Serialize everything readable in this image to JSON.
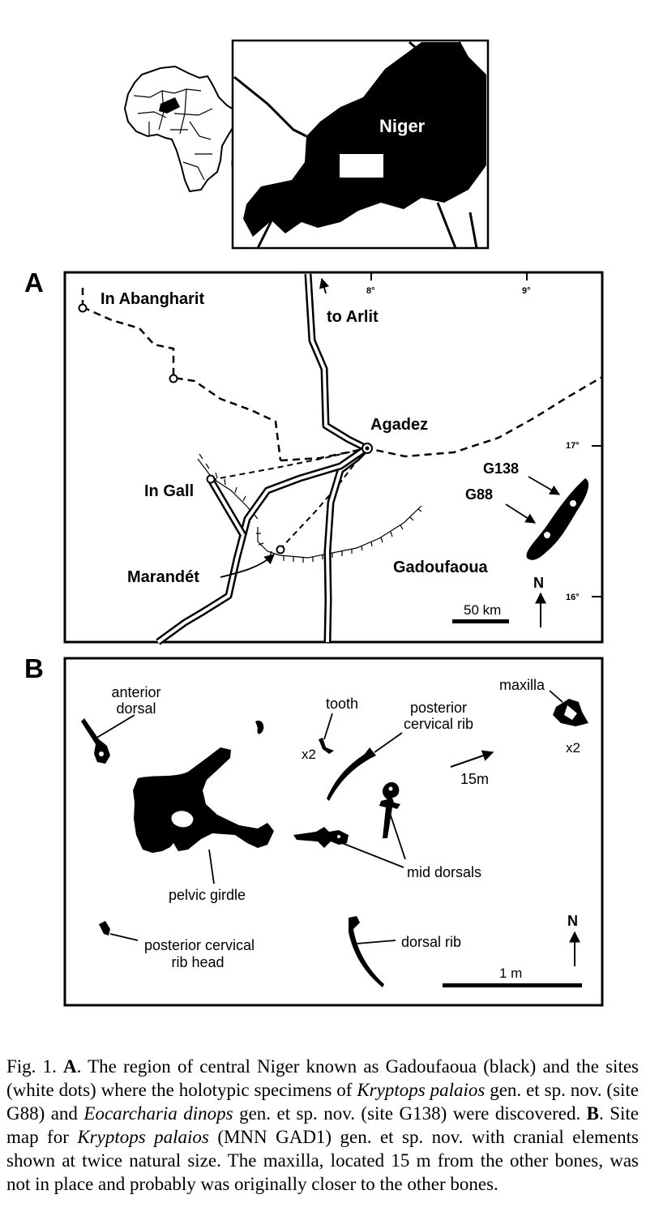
{
  "inset": {
    "country_label": "Niger"
  },
  "map_a": {
    "panel_letter": "A",
    "longitudes": [
      "8°",
      "9°"
    ],
    "latitudes": [
      "17°",
      "16°"
    ],
    "places": {
      "in_abangharit": "In Abangharit",
      "to_arlit": "to Arlit",
      "agadez": "Agadez",
      "in_gall": "In Gall",
      "marandet": "Marandét",
      "g138": "G138",
      "g88": "G88",
      "gadoufaoua": "Gadoufaoua"
    },
    "north": "N",
    "scale": "50 km"
  },
  "map_b": {
    "panel_letter": "B",
    "labels": {
      "anterior_dorsal_1": "anterior",
      "anterior_dorsal_2": "dorsal",
      "tooth": "tooth",
      "tooth_mult": "x2",
      "post_cerv_rib_1": "posterior",
      "post_cerv_rib_2": "cervical rib",
      "maxilla": "maxilla",
      "maxilla_mult": "x2",
      "distance": "15m",
      "mid_dorsals": "mid dorsals",
      "pelvic_girdle": "pelvic girdle",
      "rib_head_1": "posterior cervical",
      "rib_head_2": "rib head",
      "dorsal_rib": "dorsal rib"
    },
    "north": "N",
    "scale": "1 m"
  },
  "caption": {
    "fig": "Fig. 1.",
    "a": "A",
    "t1": ". The region of central Niger known as Gadoufaoua (black) and the sites (white dots) where the holotypic specimens of ",
    "sp1": "Kryptops palaios",
    "t2": " gen. et sp. nov. (site G88) and ",
    "sp2": "Eocarcharia dinops",
    "t3": " gen. et sp. nov. (site G138) were discovered. ",
    "b": "B",
    "t4": ". Site map for ",
    "sp3": "Kryptops palaios",
    "t5": " (MNN GAD1) gen. et sp. nov. with cranial elements shown at twice natural size. The maxilla, located 15 m from the other bones, was not in place and probably was originally closer to the other bones."
  }
}
